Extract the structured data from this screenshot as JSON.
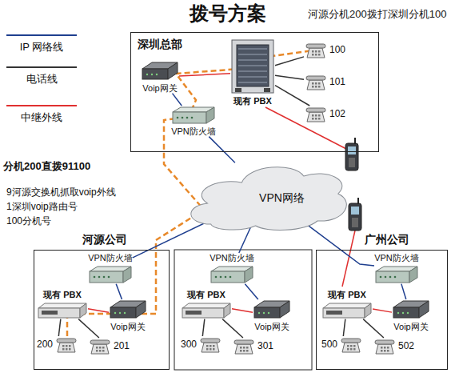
{
  "diagram": {
    "title": "拨号方案",
    "nodes": [
      {
        "text": [
          "深圳总部"
        ]
      },
      {
        "text": [
          "Voip网关"
        ],
        "in": 0
      },
      {
        "text": [
          "现有 PBX"
        ],
        "in": 0
      },
      {
        "text": [
          "VPN防火墙"
        ],
        "in": 0
      },
      {
        "text": [
          "100"
        ],
        "in": 0
      },
      {
        "text": [
          "101"
        ],
        "in": 0
      },
      {
        "text": [
          "102"
        ],
        "in": 0
      },
      {
        "text": [
          "VPN网络"
        ]
      },
      {
        "text": [
          "河源公司"
        ]
      },
      {
        "text": [
          "VPN防火墙"
        ],
        "in": 8
      },
      {
        "text": [
          "现有 PBX"
        ],
        "in": 8
      },
      {
        "text": [
          "Voip网关"
        ],
        "in": 8
      },
      {
        "text": [
          "200"
        ],
        "in": 8
      },
      {
        "text": [
          "201"
        ],
        "in": 8
      },
      {
        "text": [
          "VPN防火墙"
        ]
      },
      {
        "text": [
          "现有 PBX"
        ]
      },
      {
        "text": [
          "Voip网关"
        ]
      },
      {
        "text": [
          "300"
        ]
      },
      {
        "text": [
          "301"
        ]
      },
      {
        "text": [
          "广州公司"
        ]
      },
      {
        "text": [
          "VPN防火墙"
        ],
        "in": 19
      },
      {
        "text": [
          "现有 PBX"
        ],
        "in": 19
      },
      {
        "text": [
          "Voip网关"
        ],
        "in": 19
      },
      {
        "text": [
          "500"
        ],
        "in": 19
      },
      {
        "text": [
          "502"
        ],
        "in": 19
      }
    ],
    "edges": [
      {
        "from": 1,
        "to": 2,
        "arrow": "none"
      },
      {
        "from": 1,
        "to": 3,
        "arrow": "none"
      },
      {
        "from": 3,
        "to": 7,
        "arrow": "none"
      },
      {
        "from": 2,
        "to": 4,
        "arrow": "none"
      },
      {
        "from": 2,
        "to": 5,
        "arrow": "none"
      },
      {
        "from": 2,
        "to": 6,
        "arrow": "none"
      },
      {
        "from": 9,
        "to": 7,
        "arrow": "none"
      },
      {
        "from": 9,
        "to": 11,
        "arrow": "none"
      },
      {
        "from": 11,
        "to": 10,
        "arrow": "none"
      },
      {
        "from": 10,
        "to": 12,
        "arrow": "none"
      },
      {
        "from": 10,
        "to": 13,
        "arrow": "none"
      },
      {
        "from": 14,
        "to": 7,
        "arrow": "none"
      },
      {
        "from": 14,
        "to": 16,
        "arrow": "none"
      },
      {
        "from": 16,
        "to": 15,
        "arrow": "none"
      },
      {
        "from": 15,
        "to": 17,
        "arrow": "none"
      },
      {
        "from": 15,
        "to": 18,
        "arrow": "none"
      },
      {
        "from": 20,
        "to": 7,
        "arrow": "none"
      },
      {
        "from": 20,
        "to": 22,
        "arrow": "none"
      },
      {
        "from": 22,
        "to": 21,
        "arrow": "none"
      },
      {
        "from": 21,
        "to": 23,
        "arrow": "none"
      },
      {
        "from": 21,
        "to": 24,
        "arrow": "none"
      }
    ],
    "labels": [
      "河源分机200拨打深圳分机100",
      "分机200直拨91100",
      "9河源交换机抓取voip外线",
      "1深圳voip路由号",
      "100分机号"
    ],
    "legend": [
      {
        "text": "IP 网络线"
      },
      {
        "text": "电话线"
      },
      {
        "text": "中继外线"
      }
    ]
  }
}
